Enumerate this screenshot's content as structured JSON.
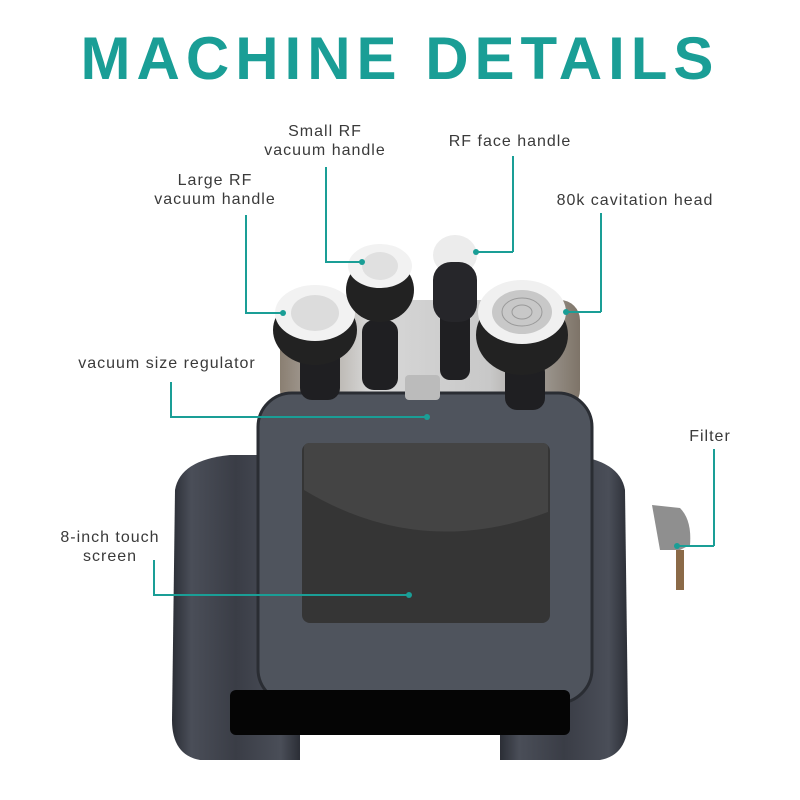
{
  "title": "MACHINE DETAILS",
  "accent_color": "#1a9e96",
  "callouts": [
    {
      "id": "small-rf",
      "lines": [
        "Small RF",
        "vacuum handle"
      ]
    },
    {
      "id": "rf-face",
      "lines": [
        "RF face handle"
      ]
    },
    {
      "id": "large-rf",
      "lines": [
        "Large RF",
        "vacuum handle"
      ]
    },
    {
      "id": "cavitation",
      "lines": [
        "80k cavitation head"
      ]
    },
    {
      "id": "vacuum-regulator",
      "lines": [
        "vacuum size regulator"
      ]
    },
    {
      "id": "filter",
      "lines": [
        "Filter"
      ]
    },
    {
      "id": "touch-screen",
      "lines": [
        "8-inch touch",
        "screen"
      ]
    }
  ]
}
